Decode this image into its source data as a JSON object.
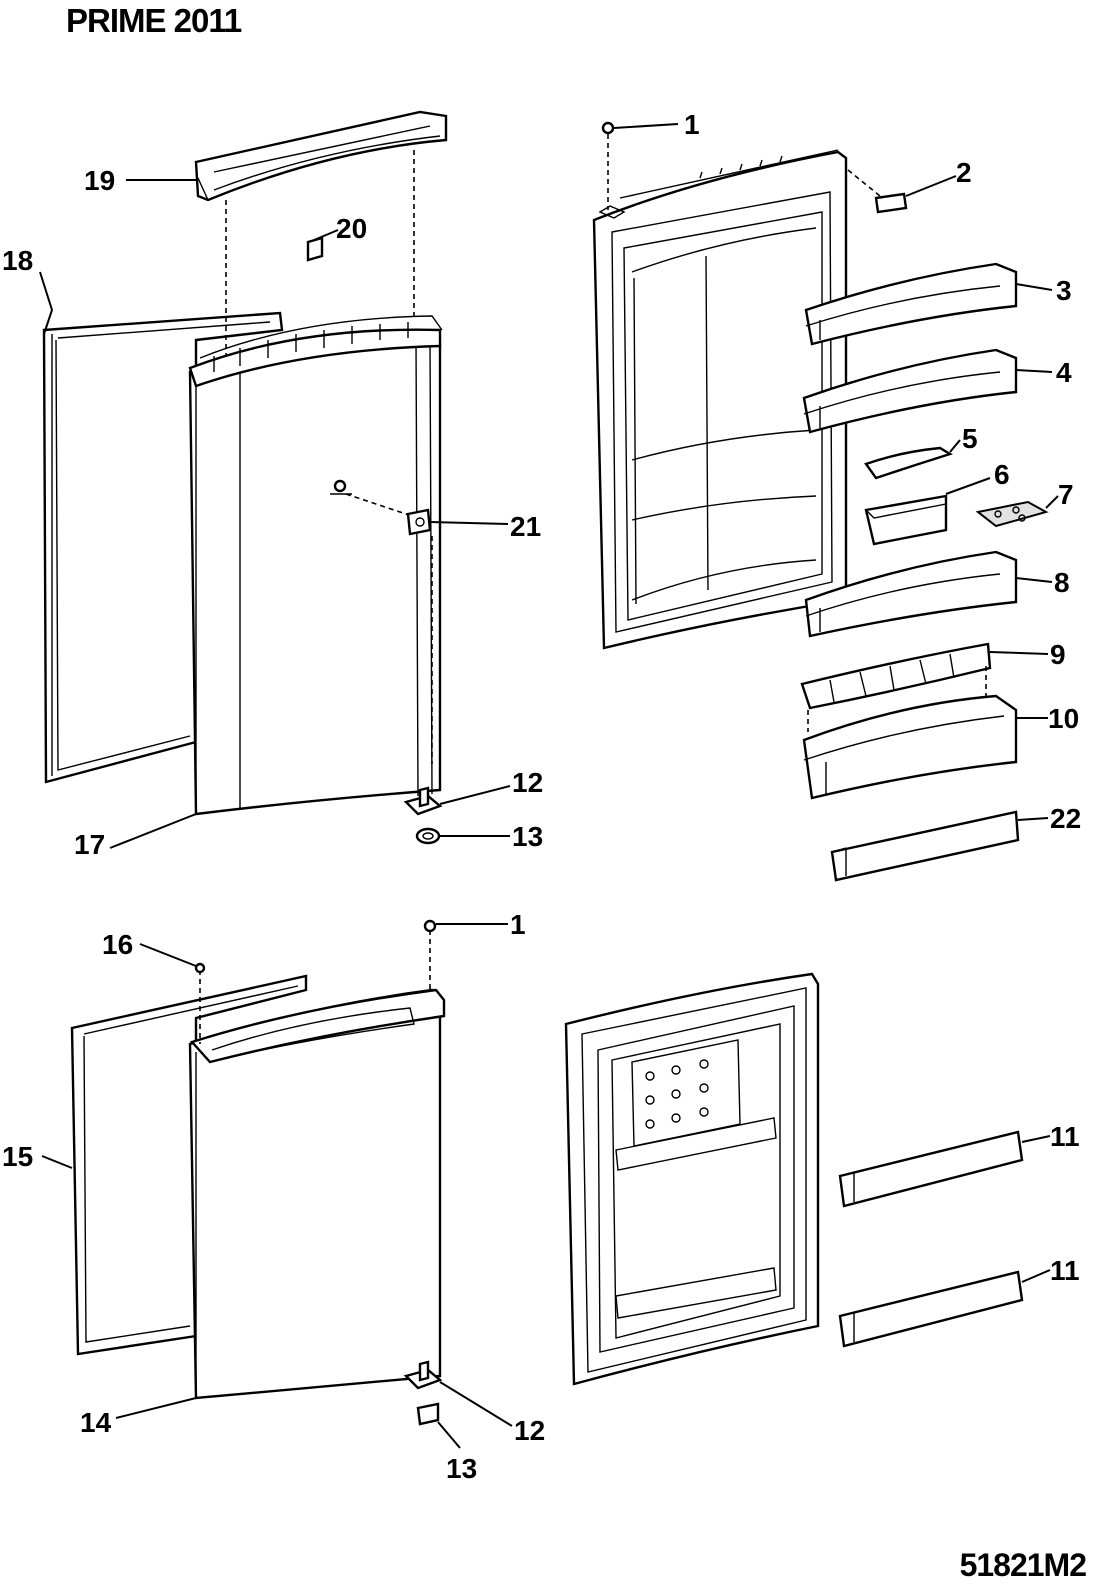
{
  "header": {
    "title": "PRIME 2011"
  },
  "footer": {
    "drawing_code": "51821M2"
  },
  "callouts": {
    "c1_top": "1",
    "c2": "2",
    "c3": "3",
    "c4": "4",
    "c5": "5",
    "c6": "6",
    "c7": "7",
    "c8": "8",
    "c9": "9",
    "c10": "10",
    "c11_a": "11",
    "c11_b": "11",
    "c12_top": "12",
    "c13_top": "13",
    "c1_bottom": "1",
    "c12_bottom": "12",
    "c13_bottom": "13",
    "c14": "14",
    "c15": "15",
    "c16": "16",
    "c17": "17",
    "c18": "18",
    "c19": "19",
    "c20": "20",
    "c21": "21",
    "c22": "22"
  }
}
